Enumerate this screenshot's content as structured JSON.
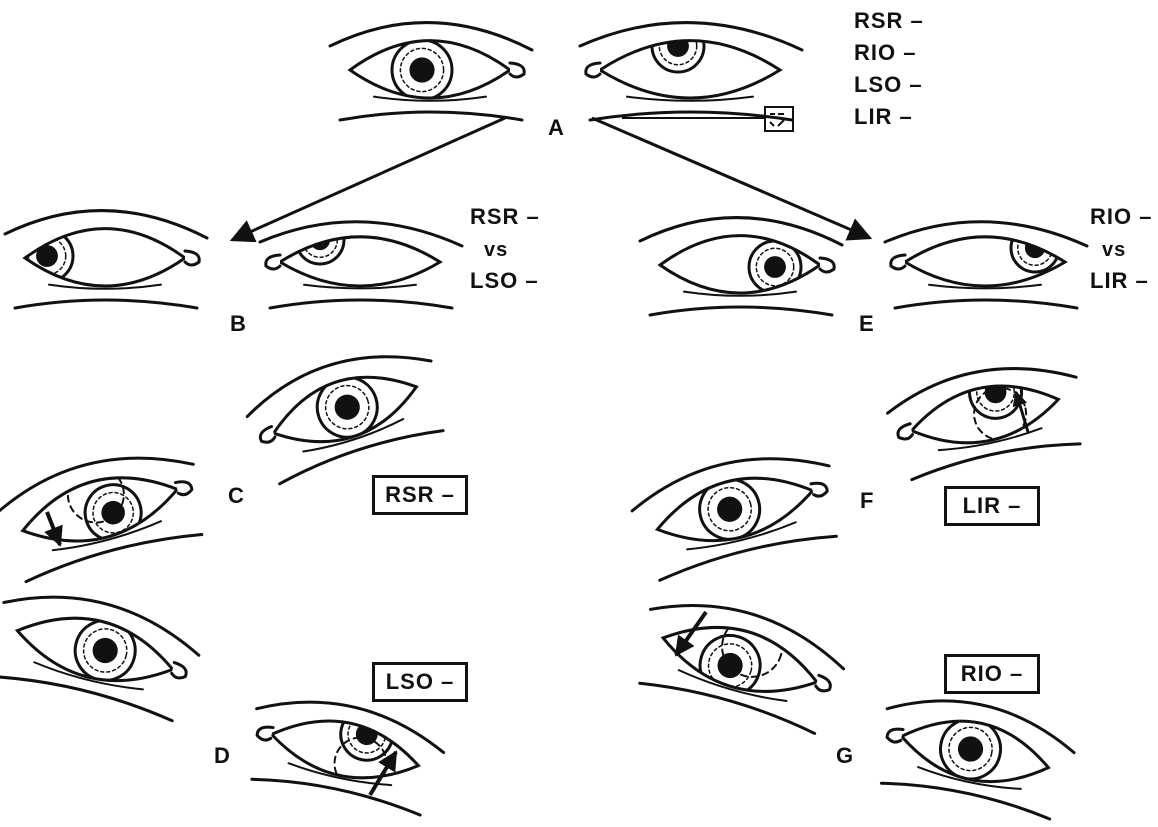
{
  "labels": {
    "A": "A",
    "B": "B",
    "C": "C",
    "D": "D",
    "E": "E",
    "F": "F",
    "G": "G"
  },
  "a_list": [
    "RSR –",
    "RIO –",
    "LSO –",
    "LIR –"
  ],
  "b_pair": {
    "top": "RSR –",
    "mid": "vs",
    "bottom": "LSO –"
  },
  "e_pair": {
    "top": "RIO –",
    "mid": "vs",
    "bottom": "LIR –"
  },
  "boxes": {
    "C": "RSR –",
    "D": "LSO –",
    "F": "LIR –",
    "G": "RIO –"
  }
}
